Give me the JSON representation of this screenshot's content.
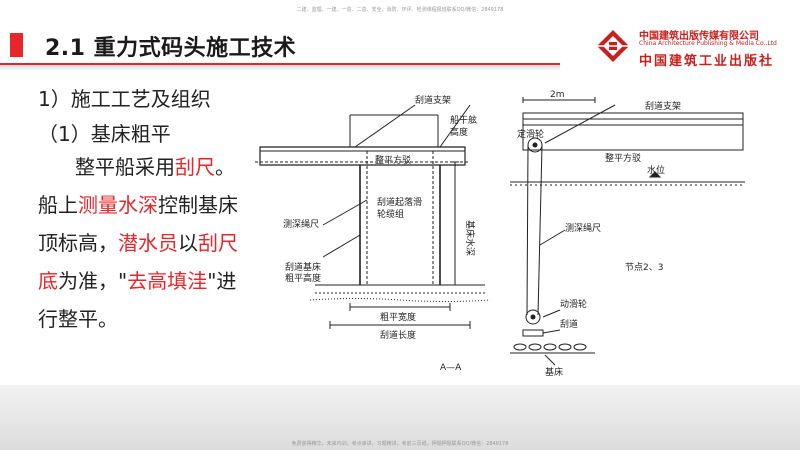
{
  "watermark_top": "二建、监理、一建、一造、二造、安全、消防、环评、检测课程报班联系QQ/微信：2849178",
  "watermark_bottom": "免费获得精华，未来内训，考点串讲，习题精讲，考前三页纸，押题押题联系QQ/微信：2849178",
  "title": "2.1 重力式码头施工技术",
  "publisher": {
    "name_cn": "中国建筑出版传媒有限公司",
    "name_en": "China Architecture Publishing & Media Co.,Ltd",
    "name_cn_art": "中国建筑工业出版社"
  },
  "body": {
    "heading1": "1）施工工艺及组织",
    "heading2": "（1）基床粗平",
    "p1_a": "整平船采用",
    "p1_b": "刮尺",
    "p1_c": "。",
    "p2_a": "船上",
    "p2_b": "测量水深",
    "p2_c": "控制基床",
    "p3_a": "顶标高，",
    "p3_b": "潜水员",
    "p3_c": "以",
    "p3_d": "刮尺",
    "p4_a": "底",
    "p4_b": "为准，\"",
    "p4_c": "去高填洼",
    "p4_d": "\"进",
    "p5": "行整平。"
  },
  "diagram": {
    "left": {
      "label_scraper_frame": "刮道支架",
      "label_ship_draft_1": "船干舷",
      "label_ship_draft_2": "高度",
      "label_platform": "整平方驳",
      "label_pulley_1": "刮道起落滑",
      "label_pulley_2": "轮缆组",
      "label_depth_rope": "测深绳尺",
      "label_base_depth": "基床水深",
      "label_base_1": "刮道基床",
      "label_base_2": "粗平高度",
      "label_width": "粗平宽度",
      "label_length": "刮道长度",
      "section_label": "A—A"
    },
    "right": {
      "label_2m": "2m",
      "label_fixed_pulley": "定滑轮",
      "label_scraper_frame": "刮道支架",
      "label_platform": "整平方驳",
      "label_water_level": "水位",
      "label_depth_rope": "测深绳尺",
      "label_nodes": "节点2、3",
      "label_moving_pulley": "动滑轮",
      "label_scraper": "刮道",
      "label_base": "基床"
    }
  }
}
